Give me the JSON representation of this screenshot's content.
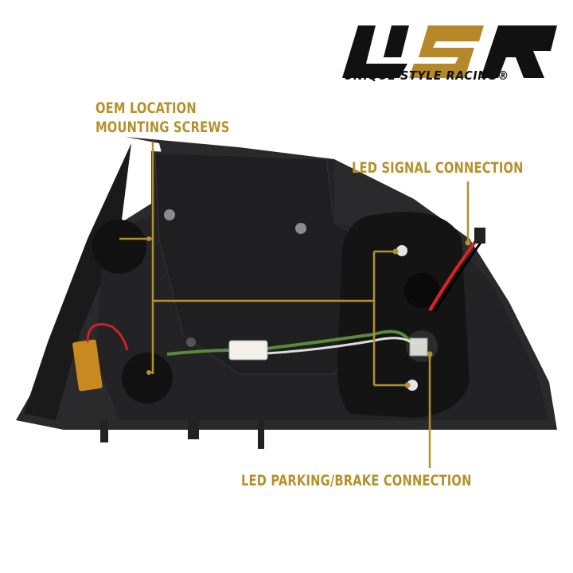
{
  "brand": {
    "logo_text": "USR",
    "tagline": "UNIQUE STYLE RACING®"
  },
  "callouts": {
    "mounting_screws": [
      "OEM LOCATION",
      "MOUNTING SCREWS"
    ],
    "signal": "LED SIGNAL CONNECTION",
    "parking_brake": "LED PARKING/BRAKE CONNECTION"
  },
  "colors": {
    "accent": "#b5912b",
    "housing": "#1c1c1e",
    "background": "#ffffff"
  }
}
